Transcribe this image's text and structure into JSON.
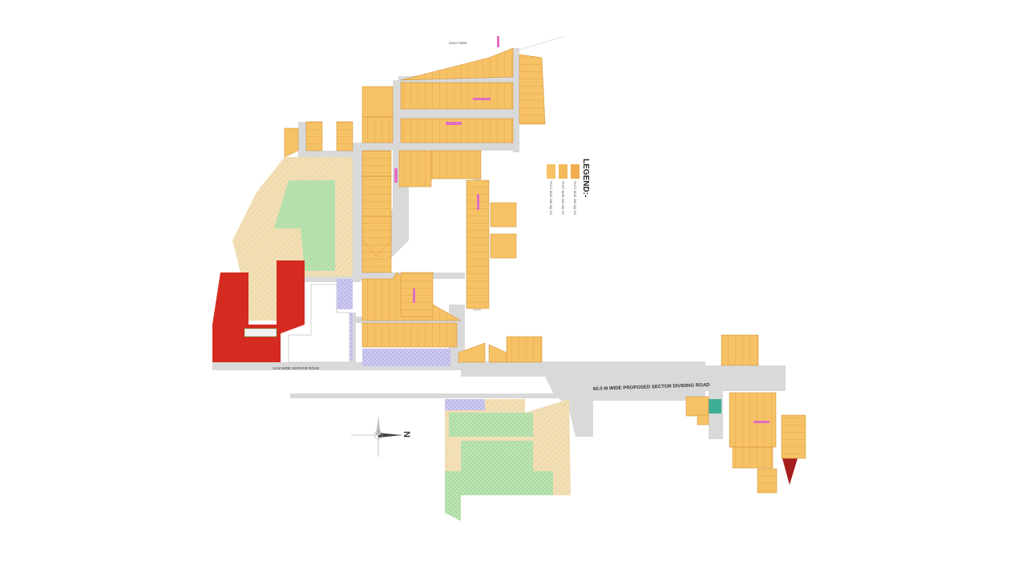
{
  "map": {
    "road_label": "60.0 M WIDE PROPOSED SECTOR DIVIDING ROAD",
    "service_road_label": "12 M WIDE SERVICE ROAD",
    "north_label": "N",
    "top_road_label": "DOLE PARK",
    "colors": {
      "plot": "#f7c266",
      "plot_line": "#c98a2a",
      "road": "#d9d9d9",
      "beige": "#f2dfb6",
      "green": "#b7e2b0",
      "red": "#d42a1f",
      "lavender": "#cbc8f0",
      "teal": "#3fae97"
    }
  },
  "legend": {
    "title": "LEGEND:-",
    "items": [
      {
        "label": "PLOT SIZE 180 SQ.YD",
        "color": "#f7c266"
      },
      {
        "label": "PLOT SIZE 200 SQ.YD",
        "color": "#f4b85a"
      },
      {
        "label": "PLOT SIZE 250 SQ.YD",
        "color": "#f1ad4e"
      }
    ]
  }
}
